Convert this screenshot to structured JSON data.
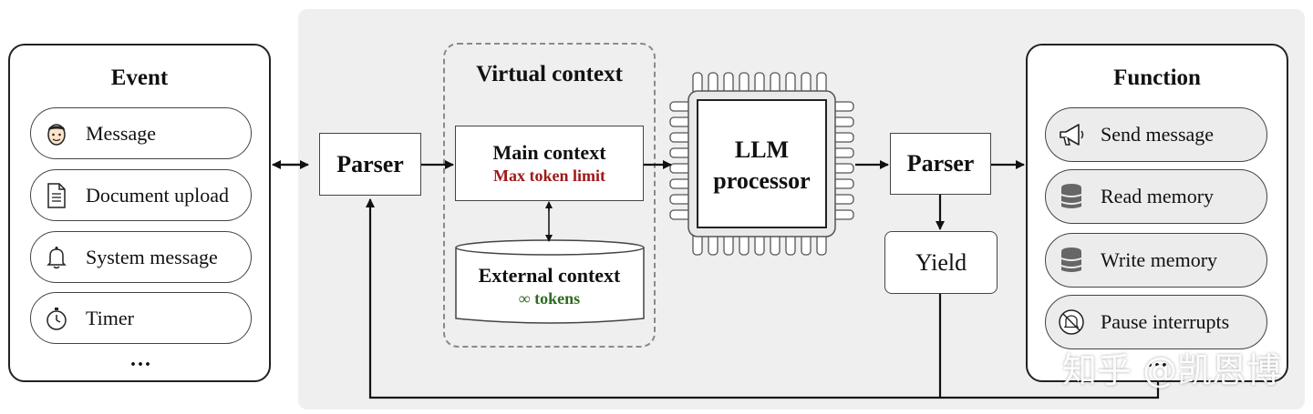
{
  "event": {
    "title": "Event",
    "items": [
      {
        "label": "Message",
        "icon": "user-face-icon"
      },
      {
        "label": "Document upload",
        "icon": "document-icon"
      },
      {
        "label": "System message",
        "icon": "bell-icon"
      },
      {
        "label": "Timer",
        "icon": "stopwatch-icon"
      }
    ],
    "more": "..."
  },
  "parser_in": {
    "label": "Parser"
  },
  "virtual_context": {
    "title": "Virtual context",
    "main": {
      "title": "Main context",
      "subtitle": "Max token limit",
      "subtitle_color": "#a01818"
    },
    "external": {
      "title": "External context",
      "subtitle": "∞ tokens",
      "subtitle_color": "#2e6b1f"
    }
  },
  "llm": {
    "line1": "LLM",
    "line2": "processor"
  },
  "parser_out": {
    "label": "Parser"
  },
  "yield": {
    "label": "Yield"
  },
  "function": {
    "title": "Function",
    "items": [
      {
        "label": "Send message",
        "icon": "megaphone-icon"
      },
      {
        "label": "Read memory",
        "icon": "database-icon"
      },
      {
        "label": "Write memory",
        "icon": "database-icon"
      },
      {
        "label": "Pause interrupts",
        "icon": "muted-bell-icon"
      }
    ],
    "more": "..."
  },
  "watermark": "知乎 @凯恩博"
}
